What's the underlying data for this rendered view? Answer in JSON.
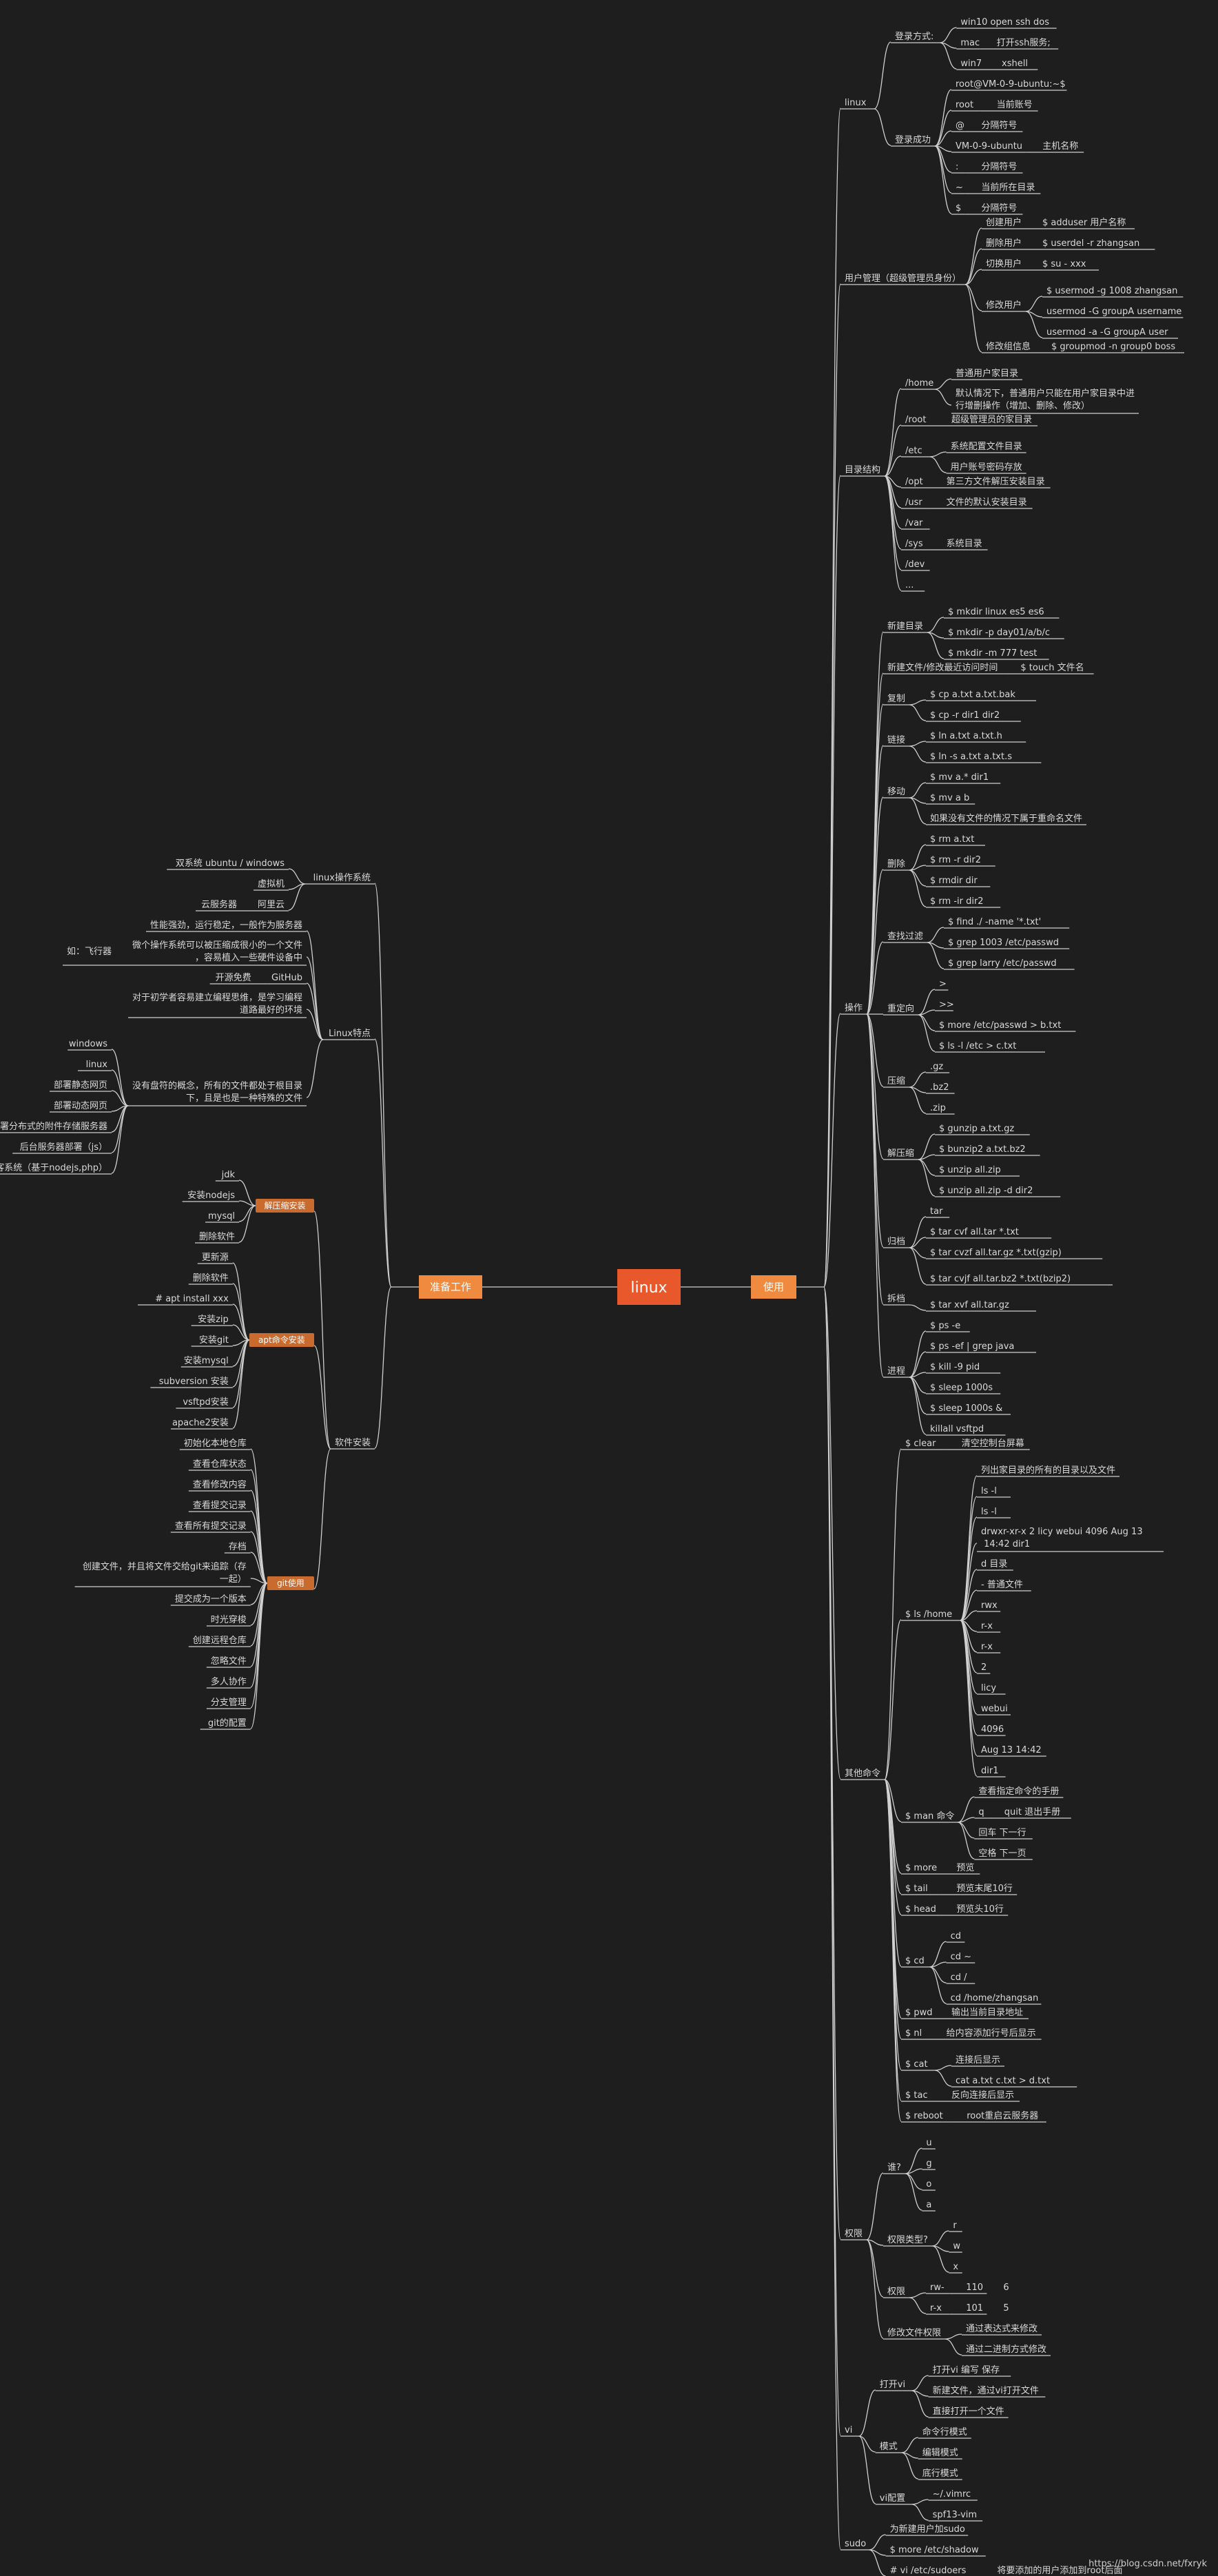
{
  "title": "linux",
  "watermark": "https://blog.csdn.net/fxryk",
  "colors": {
    "background": "#1e1e1e",
    "line": "#d0d0d0",
    "root": "#e8582a",
    "branch": "#f08a3e",
    "sub_tag": "#c96a2e",
    "text": "#d9d9d9"
  },
  "left": {
    "label": "准备工作",
    "children": [
      {
        "label": "linux操作系统",
        "children": [
          {
            "label": "双系统 ubuntu / windows"
          },
          {
            "label": "虚拟机"
          },
          {
            "label": "阿里云",
            "note": "云服务器"
          }
        ]
      },
      {
        "label": "Linux特点",
        "children": [
          {
            "label": "性能强劲，运行稳定，一般作为服务器"
          },
          {
            "label": "微个操作系统可以被压缩成很小的一个文件，容易植入一些硬件设备中",
            "side": "如：飞行器"
          },
          {
            "label": "GitHub",
            "note": "开源免费"
          },
          {
            "label": "对于初学者容易建立编程思维，是学习编程道路最好的环境"
          },
          {
            "label": "没有盘符的概念，所有的文件都处于根目录下，且是也是一种特殊的文件",
            "children": [
              {
                "label": "windows"
              },
              {
                "label": "linux"
              },
              {
                "label": "部署静态网页"
              },
              {
                "label": "部署动态网页"
              },
              {
                "label": "部署分布式的附件存储服务器"
              },
              {
                "label": "后台服务器部署（js）"
              },
              {
                "label": "部署博客系统（基于nodejs,php）"
              }
            ]
          }
        ]
      },
      {
        "label": "软件安装",
        "children": [
          {
            "label": "解压缩安装",
            "tag": true,
            "children": [
              {
                "label": "jdk"
              },
              {
                "label": "安装nodejs"
              },
              {
                "label": "mysql"
              },
              {
                "label": "删除软件"
              }
            ]
          },
          {
            "label": "apt命令安装",
            "tag": true,
            "children": [
              {
                "label": "更新源"
              },
              {
                "label": "删除软件"
              },
              {
                "label": "# apt install xxx"
              },
              {
                "label": "安装zip"
              },
              {
                "label": "安装git"
              },
              {
                "label": "安装mysql"
              },
              {
                "label": "subversion 安装"
              },
              {
                "label": "vsftpd安装"
              },
              {
                "label": "apache2安装"
              }
            ]
          },
          {
            "label": "git使用",
            "tag": true,
            "children": [
              {
                "label": "初始化本地仓库"
              },
              {
                "label": "查看仓库状态"
              },
              {
                "label": "查看修改内容"
              },
              {
                "label": "查看提交记录"
              },
              {
                "label": "查看所有提交记录"
              },
              {
                "label": "存档"
              },
              {
                "label": "创建文件，并且将文件交给git来追踪（存一起）"
              },
              {
                "label": "提交成为一个版本"
              },
              {
                "label": "时光穿梭"
              },
              {
                "label": "创建远程仓库"
              },
              {
                "label": "忽略文件"
              },
              {
                "label": "多人协作"
              },
              {
                "label": "分支管理"
              },
              {
                "label": "git的配置"
              }
            ]
          }
        ]
      }
    ]
  },
  "right": {
    "label": "使用",
    "children": [
      {
        "label": "linux",
        "children": [
          {
            "label": "登录方式:",
            "children": [
              {
                "label": "win10 open ssh dos"
              },
              {
                "label": "mac",
                "note": "打开ssh服务;"
              },
              {
                "label": "win7",
                "note": "xshell"
              }
            ]
          },
          {
            "label": "登录成功",
            "children": [
              {
                "label": "root@VM-0-9-ubuntu:~$"
              },
              {
                "label": "root",
                "note": "当前账号"
              },
              {
                "label": "@",
                "note": "分隔符号"
              },
              {
                "label": "VM-0-9-ubuntu",
                "note": "主机名称"
              },
              {
                "label": ":",
                "note": "分隔符号"
              },
              {
                "label": "~",
                "note": "当前所在目录"
              },
              {
                "label": "$",
                "note": "分隔符号"
              }
            ]
          }
        ]
      },
      {
        "label": "用户管理（超级管理员身份）",
        "children": [
          {
            "label": "创建用户",
            "note": "$ adduser 用户名称"
          },
          {
            "label": "删除用户",
            "note": "$ userdel -r zhangsan"
          },
          {
            "label": "切换用户",
            "note": "$ su - xxx"
          },
          {
            "label": "修改用户",
            "children": [
              {
                "label": "$ usermod -g 1008 zhangsan"
              },
              {
                "label": "usermod -G groupA username"
              },
              {
                "label": "usermod -a -G groupA user"
              }
            ]
          },
          {
            "label": "修改组信息",
            "note": "$ groupmod -n group0 boss"
          }
        ]
      },
      {
        "label": "目录结构",
        "children": [
          {
            "label": "/home",
            "children": [
              {
                "label": "普通用户家目录"
              },
              {
                "label": "默认情况下，普通用户只能在用户家目录中进行增删操作（增加、删除、修改）"
              }
            ]
          },
          {
            "label": "/root",
            "note": "超级管理员的家目录"
          },
          {
            "label": "/etc",
            "children": [
              {
                "label": "系统配置文件目录"
              },
              {
                "label": "用户账号密码存放"
              }
            ]
          },
          {
            "label": "/opt",
            "note": "第三方文件解压安装目录"
          },
          {
            "label": "/usr",
            "note": "文件的默认安装目录"
          },
          {
            "label": "/var"
          },
          {
            "label": "/sys",
            "note": "系统目录"
          },
          {
            "label": "/dev"
          },
          {
            "label": "..."
          }
        ]
      },
      {
        "label": "操作",
        "children": [
          {
            "label": "新建目录",
            "children": [
              {
                "label": "$ mkdir linux es5 es6"
              },
              {
                "label": "$ mkdir -p day01/a/b/c"
              },
              {
                "label": "$ mkdir -m 777 test"
              }
            ]
          },
          {
            "label": "新建文件/修改最近访问时间",
            "note": "$ touch 文件名"
          },
          {
            "label": "复制",
            "children": [
              {
                "label": "$ cp a.txt a.txt.bak"
              },
              {
                "label": "$ cp -r dir1 dir2"
              }
            ]
          },
          {
            "label": "链接",
            "children": [
              {
                "label": "$ ln a.txt a.txt.h"
              },
              {
                "label": "$ ln -s a.txt a.txt.s"
              }
            ]
          },
          {
            "label": "移动",
            "children": [
              {
                "label": "$ mv a.* dir1"
              },
              {
                "label": "$ mv a b"
              },
              {
                "label": "如果没有文件的情况下属于重命名文件"
              }
            ]
          },
          {
            "label": "删除",
            "children": [
              {
                "label": "$ rm a.txt"
              },
              {
                "label": "$ rm -r dir2"
              },
              {
                "label": "$ rmdir dir"
              },
              {
                "label": "$ rm -ir dir2"
              }
            ]
          },
          {
            "label": "查找过滤",
            "children": [
              {
                "label": "$ find ./ -name '*.txt'"
              },
              {
                "label": "$ grep 1003 /etc/passwd"
              },
              {
                "label": "$ grep larry /etc/passwd"
              }
            ]
          },
          {
            "label": "重定向",
            "children": [
              {
                "label": ">"
              },
              {
                "label": ">>"
              },
              {
                "label": "$ more /etc/passwd > b.txt"
              },
              {
                "label": "$ ls -l /etc > c.txt"
              }
            ]
          },
          {
            "label": "压缩",
            "children": [
              {
                "label": ".gz"
              },
              {
                "label": ".bz2"
              },
              {
                "label": ".zip"
              }
            ]
          },
          {
            "label": "解压缩",
            "children": [
              {
                "label": "$ gunzip a.txt.gz"
              },
              {
                "label": "$ bunzip2 a.txt.bz2"
              },
              {
                "label": "$ unzip all.zip"
              },
              {
                "label": "$ unzip all.zip -d dir2"
              }
            ]
          },
          {
            "label": "归档",
            "children": [
              {
                "label": "tar"
              },
              {
                "label": "$ tar cvf all.tar *.txt"
              },
              {
                "label": "$ tar cvzf all.tar.gz *.txt(gzip)"
              },
              {
                "label": "$ tar cvjf all.tar.bz2 *.txt(bzip2)"
              }
            ]
          },
          {
            "label": "拆档",
            "children": [
              {
                "label": "$ tar xvf all.tar.gz"
              }
            ]
          },
          {
            "label": "进程",
            "children": [
              {
                "label": "$ ps -e"
              },
              {
                "label": "$ ps -ef | grep java"
              },
              {
                "label": "$ kill -9 pid"
              },
              {
                "label": "$ sleep 1000s"
              },
              {
                "label": "$ sleep 1000s &"
              },
              {
                "label": "killall vsftpd"
              }
            ]
          }
        ]
      },
      {
        "label": "其他命令",
        "children": [
          {
            "label": "$ clear",
            "note": "清空控制台屏幕"
          },
          {
            "label": "$ ls /home",
            "children": [
              {
                "label": "列出家目录的所有的目录以及文件"
              },
              {
                "label": "ls -l"
              },
              {
                "label": "ls -l"
              },
              {
                "label": "drwxr-xr-x 2 licy webui 4096 Aug 13 14:42 dir1"
              },
              {
                "label": "d 目录"
              },
              {
                "label": "- 普通文件"
              },
              {
                "label": "rwx"
              },
              {
                "label": "r-x"
              },
              {
                "label": "r-x"
              },
              {
                "label": "2"
              },
              {
                "label": "licy"
              },
              {
                "label": "webui"
              },
              {
                "label": "4096"
              },
              {
                "label": "Aug 13 14:42"
              },
              {
                "label": "dir1"
              }
            ]
          },
          {
            "label": "$ man 命令",
            "children": [
              {
                "label": "查看指定命令的手册"
              },
              {
                "label": "q",
                "note": "quit 退出手册"
              },
              {
                "label": "回车 下一行"
              },
              {
                "label": "空格 下一页"
              }
            ]
          },
          {
            "label": "$ more",
            "note": "预览"
          },
          {
            "label": "$ tail",
            "note": "预览末尾10行"
          },
          {
            "label": "$ head",
            "note": "预览头10行"
          },
          {
            "label": "$ cd",
            "children": [
              {
                "label": "cd"
              },
              {
                "label": "cd ~"
              },
              {
                "label": "cd /"
              },
              {
                "label": "cd /home/zhangsan"
              }
            ]
          },
          {
            "label": "$ pwd",
            "note": "输出当前目录地址"
          },
          {
            "label": "$ nl",
            "note": "给内容添加行号后显示"
          },
          {
            "label": "$ cat",
            "children": [
              {
                "label": "连接后显示"
              },
              {
                "label": "cat a.txt c.txt > d.txt"
              }
            ]
          },
          {
            "label": "$ tac",
            "note": "反向连接后显示"
          },
          {
            "label": "$ reboot",
            "note": "root重启云服务器"
          }
        ]
      },
      {
        "label": "权限",
        "children": [
          {
            "label": "谁?",
            "children": [
              {
                "label": "u"
              },
              {
                "label": "g"
              },
              {
                "label": "o"
              },
              {
                "label": "a"
              }
            ]
          },
          {
            "label": "权限类型?",
            "children": [
              {
                "label": "r"
              },
              {
                "label": "w"
              },
              {
                "label": "x"
              }
            ]
          },
          {
            "label": "权限",
            "children": [
              {
                "label": "rw-",
                "note": "110",
                "extra": "6"
              },
              {
                "label": "r-x",
                "note": "101",
                "extra": "5"
              }
            ]
          },
          {
            "label": "修改文件权限",
            "children": [
              {
                "label": "通过表达式来修改"
              },
              {
                "label": "通过二进制方式修改"
              }
            ]
          }
        ]
      },
      {
        "label": "vi",
        "children": [
          {
            "label": "打开vi",
            "children": [
              {
                "label": "打开vi 编写 保存"
              },
              {
                "label": "新建文件，通过vi打开文件"
              },
              {
                "label": "直接打开一个文件"
              }
            ]
          },
          {
            "label": "模式",
            "children": [
              {
                "label": "命令行模式"
              },
              {
                "label": "编辑模式"
              },
              {
                "label": "底行模式"
              }
            ]
          },
          {
            "label": "vi配置",
            "children": [
              {
                "label": "~/.vimrc"
              },
              {
                "label": "spf13-vim"
              }
            ]
          }
        ]
      },
      {
        "label": "sudo",
        "children": [
          {
            "label": "为新建用户加sudo"
          },
          {
            "label": "$ more /etc/shadow"
          },
          {
            "label": "# vi /etc/sudoers",
            "note": "将要添加的用户添加到root后面"
          }
        ]
      }
    ]
  }
}
